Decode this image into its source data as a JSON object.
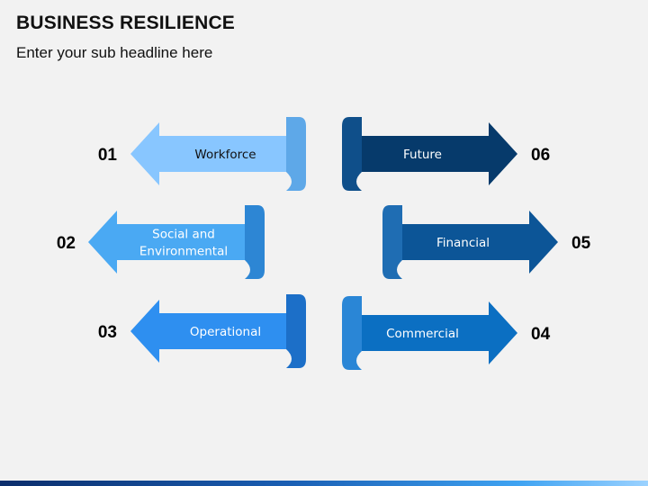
{
  "header": {
    "title": "BUSINESS RESILIENCE",
    "subtitle": "Enter your sub headline here"
  },
  "items": [
    {
      "number": "01",
      "lines": [
        "Workforce"
      ],
      "color": "#88c6ff",
      "fold_color": "#5ea8e8",
      "text_color": "#111111",
      "direction": "left"
    },
    {
      "number": "02",
      "lines": [
        "Social and",
        "Environmental"
      ],
      "color": "#4aa9f3",
      "fold_color": "#2d86d4",
      "text_color": "#ffffff",
      "direction": "left"
    },
    {
      "number": "03",
      "lines": [
        "Operational"
      ],
      "color": "#2e8ff0",
      "fold_color": "#1c6fc8",
      "text_color": "#ffffff",
      "direction": "left"
    },
    {
      "number": "04",
      "lines": [
        "Commercial"
      ],
      "color": "#0b6fc2",
      "fold_color": "#2a86d6",
      "text_color": "#ffffff",
      "direction": "right"
    },
    {
      "number": "05",
      "lines": [
        "Financial"
      ],
      "color": "#0c5597",
      "fold_color": "#1f6db3",
      "text_color": "#ffffff",
      "direction": "right"
    },
    {
      "number": "06",
      "lines": [
        "Future"
      ],
      "color": "#063a6b",
      "fold_color": "#0f4f8a",
      "text_color": "#ffffff",
      "direction": "right"
    }
  ]
}
